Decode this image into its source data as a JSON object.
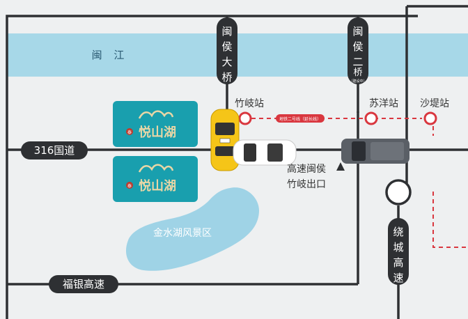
{
  "colors": {
    "background": "#eef0f1",
    "river": "#a7d8e8",
    "lake": "#9fd3e6",
    "road": "#2e3033",
    "brand_block": "#199fae",
    "metro_line": "#d9373f",
    "logo_gold": "#e8d6a6",
    "logo_red": "#c0392b"
  },
  "river": {
    "label": "闽 江"
  },
  "lake": {
    "label": "金水湖风景区"
  },
  "roads": {
    "minhou_bridge": "闽侯大桥",
    "minhou_second_bridge": "闽侯二桥",
    "guodao_316": "316国道",
    "fuyin_expressway": "福银高速",
    "ring_expressway": "绕城高速"
  },
  "stations": {
    "zhuqi": "竹岐站",
    "suyang": "苏洋站",
    "shadi": "沙堤站"
  },
  "metro": {
    "badge": "地铁二号线（延长线）",
    "bridge_note": "（建设中）"
  },
  "exit_label": [
    "高速闽侯",
    "竹岐出口"
  ],
  "brand": {
    "name": "悦山湖",
    "seal_char": "泰"
  },
  "icons": {
    "cars": [
      "taxi-icon",
      "white-car-icon",
      "suv-icon"
    ],
    "exit_marker": "triangle-marker-icon",
    "interchange": "roundabout-icon"
  }
}
